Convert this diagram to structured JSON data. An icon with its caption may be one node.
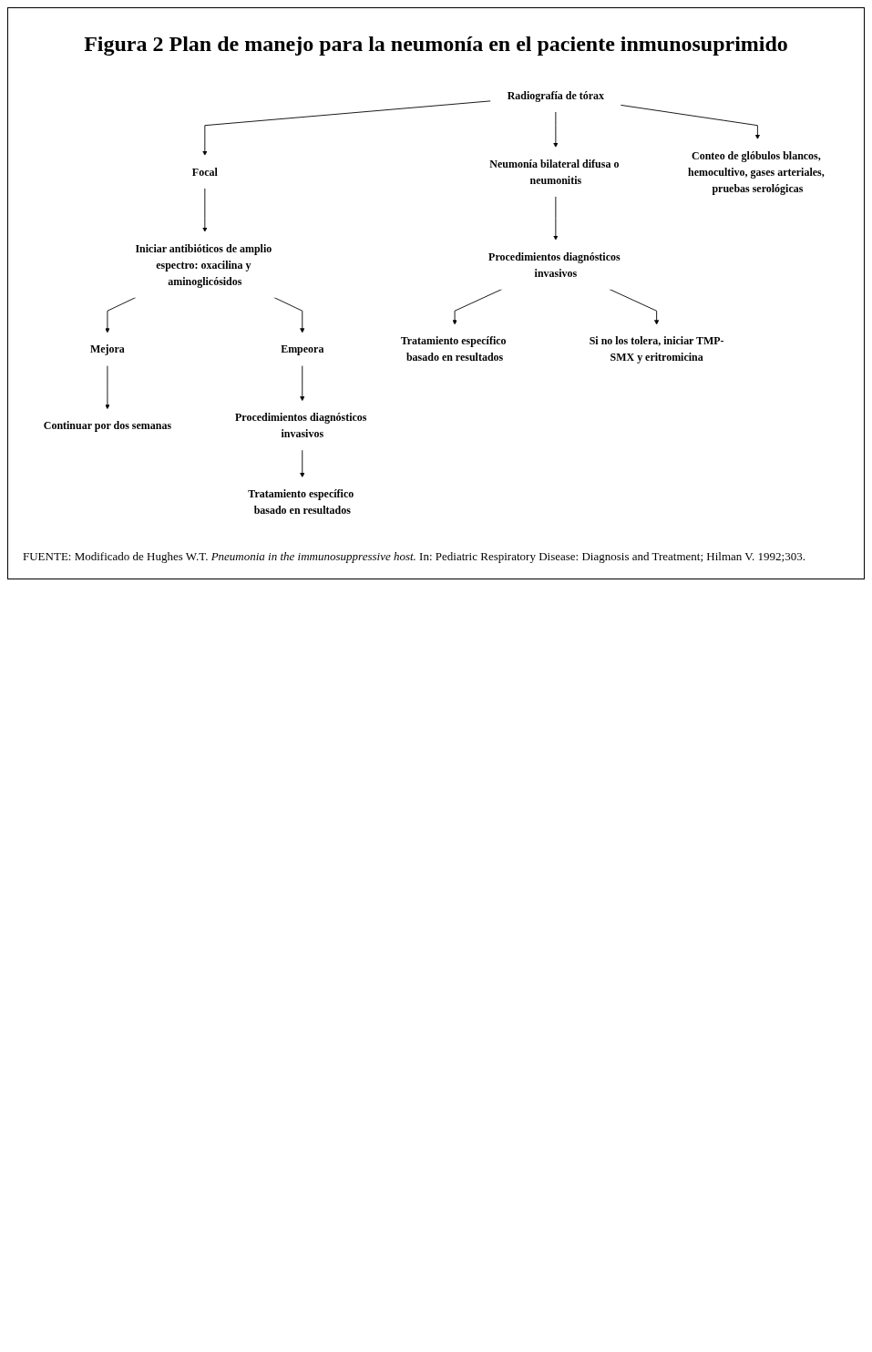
{
  "diagram": {
    "title": "Figura 2 Plan de manejo para la neumonía en el paciente inmunosuprimido",
    "caption": "FUENTE: Modificado de Hughes W.T. *Pneumonia in the immunosuppressive host.* In: Pediatric Respiratory Disease: Diagnosis and Treatment; Hilman V. 1992;303.",
    "nodes": [
      {
        "text": [
          "Radiografía de tórax"
        ]
      },
      {
        "text": [
          "Neumonía bilateral difusa o neumonitis"
        ]
      },
      {
        "text": [
          "Focal"
        ]
      },
      {
        "text": [
          "Conteo de glóbulos blancos, hemocultivo, gases arteriales, pruebas serológicas"
        ]
      },
      {
        "text": [
          "Procedimientos diagnósticos invasivos"
        ]
      },
      {
        "text": [
          "Iniciar antibióticos de amplio espectro: oxacilina y aminoglicósidos"
        ]
      },
      {
        "text": [
          "Empeora"
        ]
      },
      {
        "text": [
          "Mejora"
        ]
      },
      {
        "text": [
          "Tratamiento específico basado en resultados"
        ]
      },
      {
        "text": [
          "Si no los tolera, iniciar TMP-SMX y eritromicina"
        ]
      },
      {
        "text": [
          "Continuar por dos semanas"
        ]
      },
      {
        "text": [
          "Procedimientos diagnósticos invasivos"
        ]
      },
      {
        "text": [
          "Tratamiento específico basado en resultados"
        ]
      }
    ],
    "edges": [
      {
        "from": 0,
        "to": 1,
        "arrow": "to"
      },
      {
        "from": 0,
        "to": 3,
        "arrow": "to"
      },
      {
        "from": 0,
        "to": 2,
        "arrow": "to"
      },
      {
        "from": 1,
        "to": 4,
        "arrow": "to"
      },
      {
        "from": 2,
        "to": 5,
        "arrow": "to"
      },
      {
        "from": 4,
        "to": 8,
        "arrow": "to"
      },
      {
        "from": 4,
        "to": 9,
        "arrow": "to"
      },
      {
        "from": 5,
        "to": 6,
        "arrow": "to"
      },
      {
        "from": 5,
        "to": 7,
        "arrow": "to"
      },
      {
        "from": 7,
        "to": 10,
        "arrow": "to"
      },
      {
        "from": 6,
        "to": 11,
        "arrow": "to"
      },
      {
        "from": 11,
        "to": 12,
        "arrow": "to"
      }
    ]
  }
}
